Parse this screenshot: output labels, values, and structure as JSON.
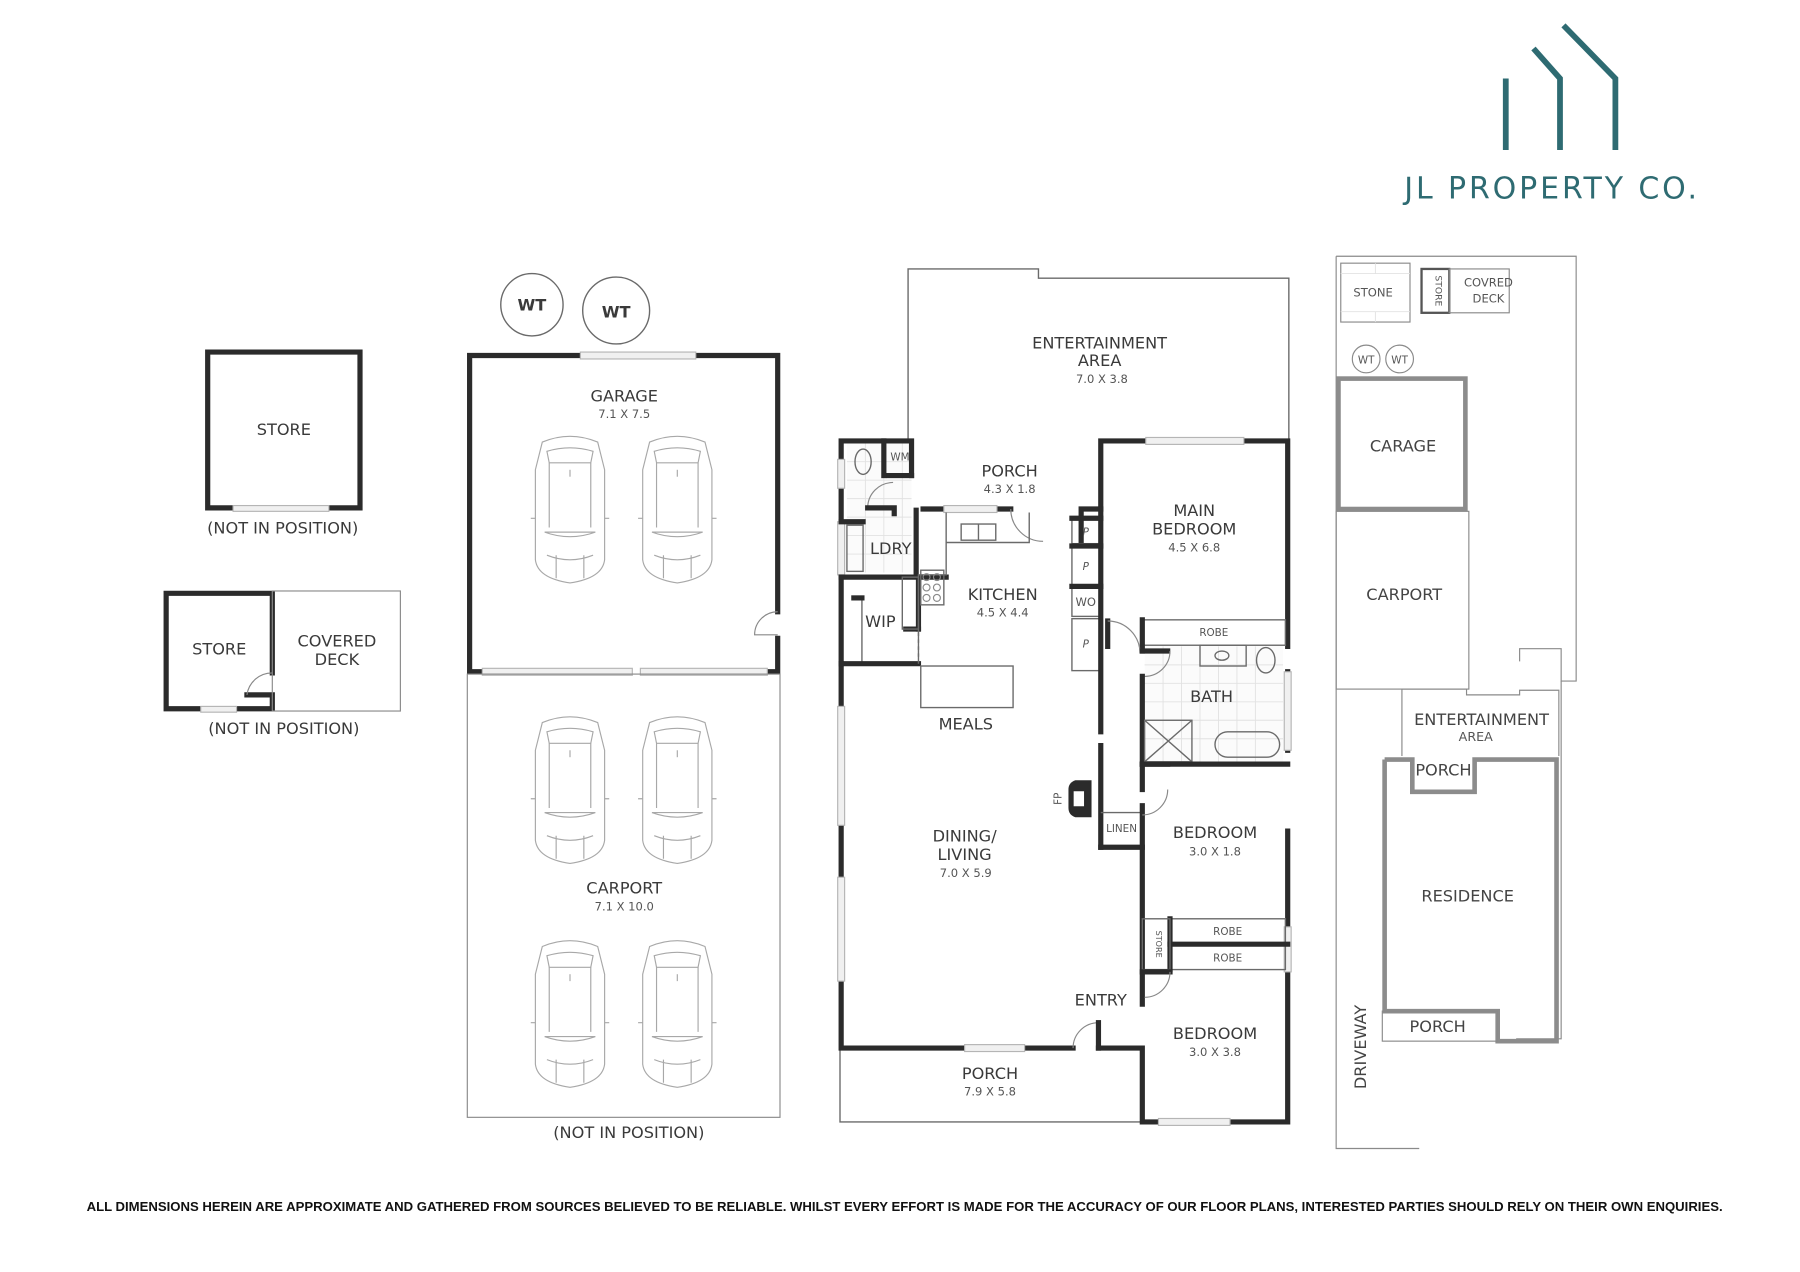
{
  "brand": {
    "name": "JL PROPERTY CO.",
    "color": "#2e6b72"
  },
  "disclaimer": "ALL DIMENSIONS HEREIN ARE APPROXIMATE AND GATHERED FROM SOURCES BELIEVED TO BE RELIABLE. WHILST EVERY EFFORT IS MADE FOR THE ACCURACY OF OUR FLOOR PLANS, INTERESTED PARTIES SHOULD RELY ON THEIR OWN ENQUIRIES.",
  "outbuildings": {
    "store1": {
      "label": "STORE",
      "note": "(NOT IN POSITION)"
    },
    "store2": {
      "label": "STORE",
      "deck": "COVERED",
      "deck2": "DECK",
      "note": "(NOT IN POSITION)"
    }
  },
  "garage_block": {
    "tanks": [
      "WT",
      "WT"
    ],
    "garage": {
      "label": "GARAGE",
      "dims": "7.1 X 7.5"
    },
    "carport": {
      "label": "CARPORT",
      "dims": "7.1 X 10.0"
    },
    "note": "(NOT IN POSITION)"
  },
  "house": {
    "entertainment": {
      "label1": "ENTERTAINMENT",
      "label2": "AREA",
      "dims": "7.0 X 3.8"
    },
    "porch_rear": {
      "label": "PORCH",
      "dims": "4.3 X 1.8"
    },
    "wm": "WM",
    "ldry": "LDRY",
    "wip": "WIP",
    "kitchen": {
      "label": "KITCHEN",
      "dims": "4.5 X 4.4"
    },
    "meals": "MEALS",
    "dining": {
      "label1": "DINING/",
      "label2": "LIVING",
      "dims": "7.0 X 5.9"
    },
    "fp": "FP",
    "pantry": [
      "P",
      "P",
      "WO",
      "P"
    ],
    "main_bed": {
      "label1": "MAIN",
      "label2": "BEDROOM",
      "dims": "4.5 X 6.8"
    },
    "robe_main": "ROBE",
    "bath": "BATH",
    "linen": "LINEN",
    "bed2": {
      "label": "BEDROOM",
      "dims": "3.0 X 1.8"
    },
    "robes": [
      "ROBE",
      "ROBE"
    ],
    "hall_store": "STORE",
    "entry": "ENTRY",
    "bed3": {
      "label": "BEDROOM",
      "dims": "3.0 X 3.8"
    },
    "porch_front": {
      "label": "PORCH",
      "dims": "7.9 X 5.8"
    }
  },
  "site_plan": {
    "stone": "STONE",
    "store_small": "STORE",
    "covered_deck1": "COVRED",
    "covered_deck2": "DECK",
    "tanks": [
      "WT",
      "WT"
    ],
    "garage": "CARAGE",
    "carport": "CARPORT",
    "ent1": "ENTERTAINMENT",
    "ent2": "AREA",
    "porch_top": "PORCH",
    "residence": "RESIDENCE",
    "porch_bottom": "PORCH",
    "driveway": "DRIVEWAY"
  }
}
